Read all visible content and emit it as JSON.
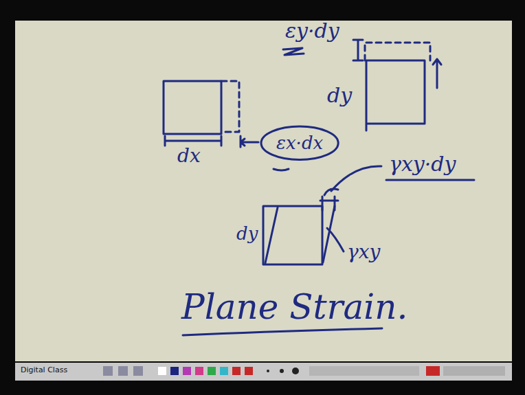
{
  "diagram": {
    "nodes": [
      {
        "text": [
          "εx·dx"
        ]
      }
    ],
    "labels": [
      "εy·dy",
      "dy",
      "dx",
      "γxy·dy",
      "dy",
      "γxy",
      "Plane Strain.",
      "Digital Class"
    ]
  }
}
